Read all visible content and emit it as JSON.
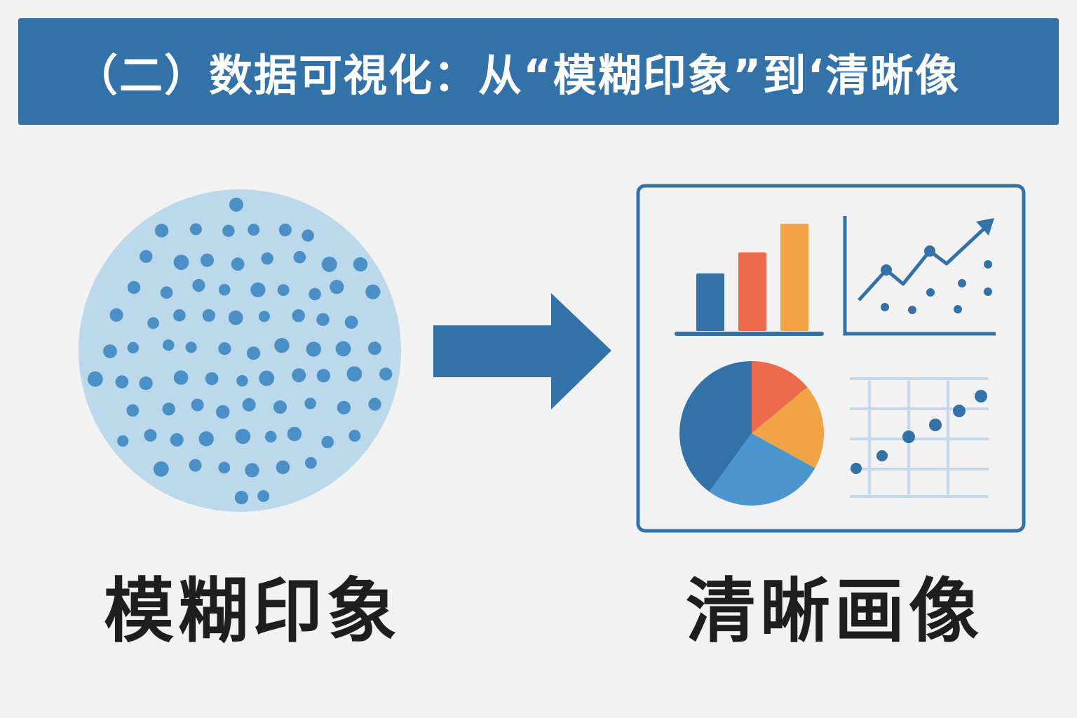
{
  "header": {
    "title": "（二）数据可視化：从“模糊印象”到‘清晰像"
  },
  "left_panel": {
    "caption": "模糊印象"
  },
  "right_panel": {
    "caption": "清晰画像"
  },
  "colors": {
    "banner": "#3272a8",
    "blue": "#3372a8",
    "light_blue_fill": "#bcd9ec",
    "dot_blue": "#4a8fc6",
    "red": "#ee6a4c",
    "orange": "#f0a446",
    "mid_blue": "#4c96cf",
    "grid": "#c5d8e8",
    "text_dark": "#1e1e1e"
  },
  "icons": [
    "dotted-circle-icon",
    "arrow-right-icon",
    "bar-chart-icon",
    "line-chart-icon",
    "pie-chart-icon",
    "scatter-grid-icon"
  ]
}
